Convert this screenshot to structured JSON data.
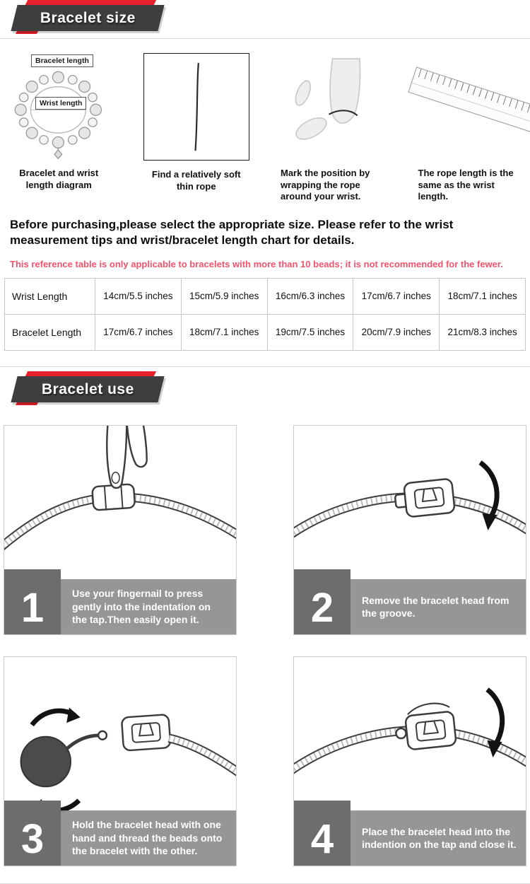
{
  "colors": {
    "accent_red": "#e8202c",
    "ribbon_dark": "#3e3e40",
    "note_pink": "#f4536b",
    "band_gray": "#8f8f8f",
    "num_box_gray": "#6d6d6d"
  },
  "banners": {
    "size": {
      "title": "Bracelet size"
    },
    "use": {
      "title": "Bracelet use"
    }
  },
  "measure_steps": [
    {
      "caption": "Bracelet and wrist length diagram",
      "labels": [
        "Bracelet length",
        "Wrist length"
      ]
    },
    {
      "caption": "Find a relatively soft thin rope"
    },
    {
      "caption": "Mark the position by wrapping the rope around your wrist."
    },
    {
      "caption": "The rope length is the same as the wrist length."
    }
  ],
  "intro": {
    "bold_text": "Before purchasing,please select the appropriate size. Please refer to the wrist measurement tips and wrist/bracelet length chart for details.",
    "note": "This reference table is only applicable to bracelets with more than 10 beads; it is not recommended for the fewer."
  },
  "size_table": {
    "rows": [
      {
        "header": "Wrist Length",
        "cells": [
          "14cm/5.5 inches",
          "15cm/5.9 inches",
          "16cm/6.3 inches",
          "17cm/6.7 inches",
          "18cm/7.1 inches"
        ]
      },
      {
        "header": "Bracelet Length",
        "cells": [
          "17cm/6.7 inches",
          "18cm/7.1 inches",
          "19cm/7.5 inches",
          "20cm/7.9 inches",
          "21cm/8.3 inches"
        ]
      }
    ]
  },
  "use_steps": [
    {
      "number": "1",
      "text": "Use your fingernail to press gently into the indentation on the tap.Then easily open it."
    },
    {
      "number": "2",
      "text": "Remove the bracelet head from the groove."
    },
    {
      "number": "3",
      "text": "Hold the bracelet head with one hand and thread the beads onto the bracelet with the other."
    },
    {
      "number": "4",
      "text": "Place the bracelet head into the indention on the tap and close it."
    }
  ]
}
